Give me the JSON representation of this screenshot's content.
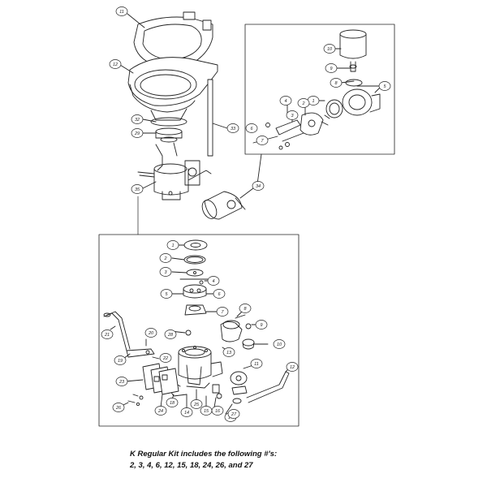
{
  "callouts": {
    "bowl_lid": "11",
    "seat": "12",
    "bowl_gasket": "32",
    "flange": "29",
    "rod": "33",
    "pump_assembly": "35",
    "discharge_elbow": "34",
    "motor_cap": "10",
    "motor_shaft": "9",
    "pump_body_a": "8",
    "pump_body_b": "5",
    "spring_a": "1",
    "spring_b": "2",
    "link_a": "3",
    "link_b": "4",
    "screw_long": "6",
    "nut_small": "7"
  },
  "parts": {
    "p1": "1",
    "p2": "2",
    "p3": "3",
    "p4": "4",
    "p5": "5",
    "p6": "6",
    "p7": "7",
    "p8": "8",
    "p9": "9",
    "p10": "10",
    "p11": "11",
    "p12": "12",
    "p13": "13",
    "p14": "14",
    "p15": "15",
    "p16": "16",
    "p17": "17",
    "p18": "18",
    "p19": "19",
    "p20": "20",
    "p21": "21",
    "p22": "22",
    "p23": "23",
    "p24": "24",
    "p25": "25",
    "p26": "26",
    "p27": "27",
    "p28": "28"
  },
  "kit_note": {
    "line1": "K Regular Kit includes the following #'s:",
    "line2": "2, 3, 4, 6, 12, 15, 18, 24, 26, and 27"
  }
}
